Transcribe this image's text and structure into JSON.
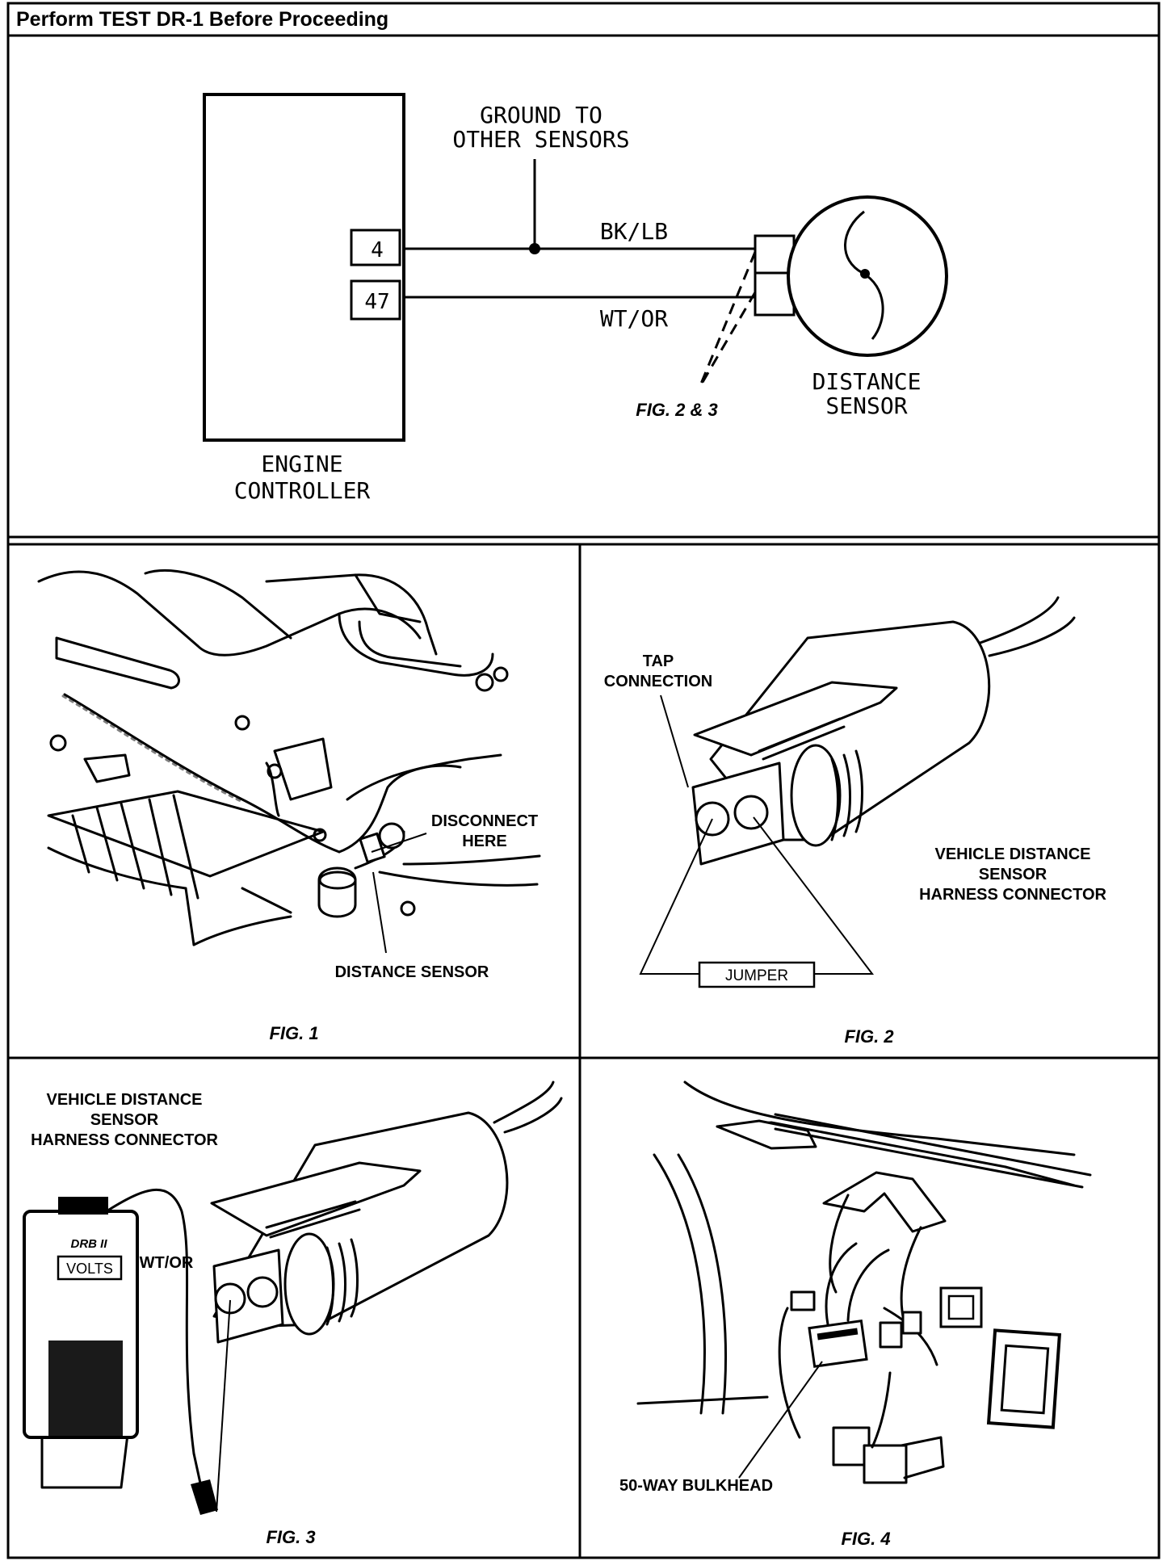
{
  "header": {
    "title": "Perform TEST DR-1 Before Proceeding"
  },
  "schematic": {
    "ground_label_line1": "GROUND TO",
    "ground_label_line2": "OTHER SENSORS",
    "pin_4": "4",
    "pin_47": "47",
    "wire_top": "BK/LB",
    "wire_bottom": "WT/OR",
    "fig_ref": "FIG. 2 & 3",
    "sensor_line1": "DISTANCE",
    "sensor_line2": "SENSOR",
    "controller_line1": "ENGINE",
    "controller_line2": "CONTROLLER"
  },
  "fig1": {
    "caption": "FIG. 1",
    "disconnect_line1": "DISCONNECT",
    "disconnect_line2": "HERE",
    "sensor_label": "DISTANCE SENSOR"
  },
  "fig2": {
    "caption": "FIG. 2",
    "tap_line1": "TAP",
    "tap_line2": "CONNECTION",
    "connector_line1": "VEHICLE DISTANCE",
    "connector_line2": "SENSOR",
    "connector_line3": "HARNESS CONNECTOR",
    "jumper": "JUMPER"
  },
  "fig3": {
    "caption": "FIG. 3",
    "connector_line1": "VEHICLE DISTANCE",
    "connector_line2": "SENSOR",
    "connector_line3": "HARNESS CONNECTOR",
    "wire_label": "WT/OR",
    "tester_brand": "DRB II",
    "tester_mode": "VOLTS"
  },
  "fig4": {
    "caption": "FIG. 4",
    "bulkhead_label": "50-WAY BULKHEAD"
  }
}
